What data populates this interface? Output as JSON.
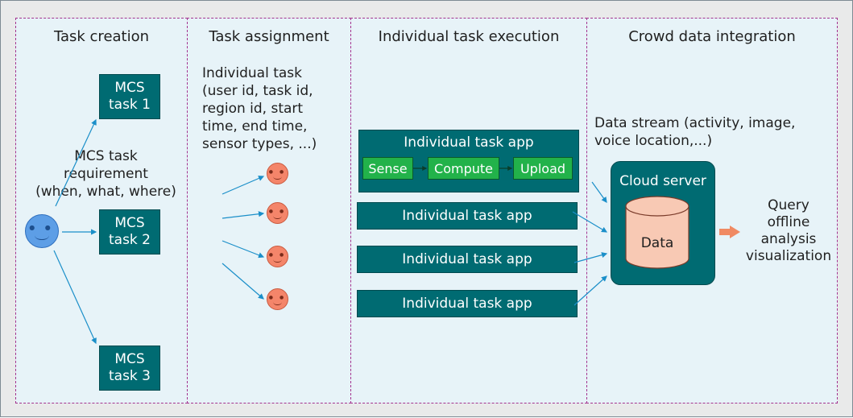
{
  "panels": [
    {
      "title": "Task creation"
    },
    {
      "title": "Task assignment"
    },
    {
      "title": "Individual task execution"
    },
    {
      "title": "Crowd data integration"
    }
  ],
  "task_creation": {
    "tasks": [
      {
        "line1": "MCS",
        "line2": "task 1"
      },
      {
        "line1": "MCS",
        "line2": "task 2"
      },
      {
        "line1": "MCS",
        "line2": "task 3"
      }
    ],
    "requirement_lines": [
      "MCS task",
      "requirement",
      "(when, what, where)"
    ]
  },
  "task_assignment": {
    "description_lines": [
      "Individual task",
      "(user id, task id,",
      "region id, start",
      "time, end time,",
      "sensor types, ...)"
    ]
  },
  "execution": {
    "main_app_title": "Individual task app",
    "stages": [
      "Sense",
      "Compute",
      "Upload"
    ],
    "apps": [
      "Individual task app",
      "Individual task app",
      "Individual task app"
    ]
  },
  "integration": {
    "stream_lines": [
      "Data stream (activity, image,",
      "voice location,...)"
    ],
    "server_title": "Cloud server",
    "db_label": "Data",
    "output_lines": [
      "Query",
      "offline",
      "analysis",
      "visualization"
    ]
  },
  "colors": {
    "box_fill": "#006b72",
    "chip_fill": "#22b24a",
    "arrow": "#1b8fc9",
    "panel_border": "#a3338f",
    "panel_fill": "#e7f3f8",
    "db_fill": "#f8c9b4",
    "output_arrow": "#f08a63"
  }
}
